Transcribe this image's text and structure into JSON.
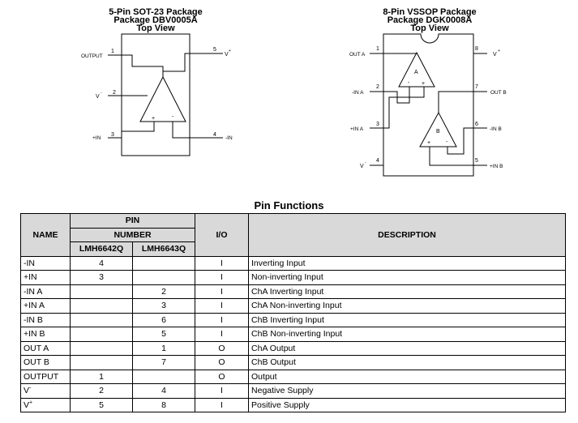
{
  "packages": {
    "sot23": {
      "title_line1": "5-Pin SOT-23 Package",
      "title_line2": "Package DBV0005A",
      "title_line3": "Top View",
      "pins": {
        "p1_num": "1",
        "p1_label": "OUTPUT",
        "p2_num": "2",
        "p2_label": "V",
        "p3_num": "3",
        "p3_label": "+IN",
        "p4_num": "4",
        "p4_label": "-IN",
        "p5_num": "5",
        "p5_label": "V",
        "plus": "+",
        "minus": "-"
      }
    },
    "vssop": {
      "title_line1": "8-Pin VSSOP Package",
      "title_line2": "Package DGK0008A",
      "title_line3": "Top View",
      "pins": {
        "p1_num": "1",
        "p1_label": "OUT A",
        "p2_num": "2",
        "p2_label": "-IN A",
        "p3_num": "3",
        "p3_label": "+IN A",
        "p4_num": "4",
        "p4_label": "V",
        "p5_num": "5",
        "p5_label": "+IN B",
        "p6_num": "6",
        "p6_label": "-IN B",
        "p7_num": "7",
        "p7_label": "OUT B",
        "p8_num": "8",
        "p8_label": "V",
        "amp_a": "A",
        "amp_b": "B",
        "plus": "+",
        "minus": "-"
      }
    }
  },
  "pin_functions": {
    "title": "Pin Functions",
    "headers": {
      "name": "NAME",
      "pin": "PIN",
      "number": "NUMBER",
      "col_6642": "LMH6642Q",
      "col_6643": "LMH6643Q",
      "io": "I/O",
      "description": "DESCRIPTION"
    },
    "rows": [
      {
        "name": "-IN",
        "sup": "",
        "n6642": "4",
        "n6643": "",
        "io": "I",
        "desc": "Inverting Input"
      },
      {
        "name": "+IN",
        "sup": "",
        "n6642": "3",
        "n6643": "",
        "io": "I",
        "desc": "Non-inverting Input"
      },
      {
        "name": "-IN A",
        "sup": "",
        "n6642": "",
        "n6643": "2",
        "io": "I",
        "desc": "ChA Inverting Input"
      },
      {
        "name": "+IN A",
        "sup": "",
        "n6642": "",
        "n6643": "3",
        "io": "I",
        "desc": "ChA Non-inverting Input"
      },
      {
        "name": "-IN B",
        "sup": "",
        "n6642": "",
        "n6643": "6",
        "io": "I",
        "desc": "ChB Inverting Input"
      },
      {
        "name": "+IN B",
        "sup": "",
        "n6642": "",
        "n6643": "5",
        "io": "I",
        "desc": "ChB Non-inverting Input"
      },
      {
        "name": "OUT A",
        "sup": "",
        "n6642": "",
        "n6643": "1",
        "io": "O",
        "desc": "ChA Output"
      },
      {
        "name": "OUT B",
        "sup": "",
        "n6642": "",
        "n6643": "7",
        "io": "O",
        "desc": "ChB Output"
      },
      {
        "name": "OUTPUT",
        "sup": "",
        "n6642": "1",
        "n6643": "",
        "io": "O",
        "desc": "Output"
      },
      {
        "name": "V",
        "sup": "-",
        "n6642": "2",
        "n6643": "4",
        "io": "I",
        "desc": "Negative Supply"
      },
      {
        "name": "V",
        "sup": "+",
        "n6642": "5",
        "n6643": "8",
        "io": "I",
        "desc": "Positive Supply"
      }
    ]
  }
}
